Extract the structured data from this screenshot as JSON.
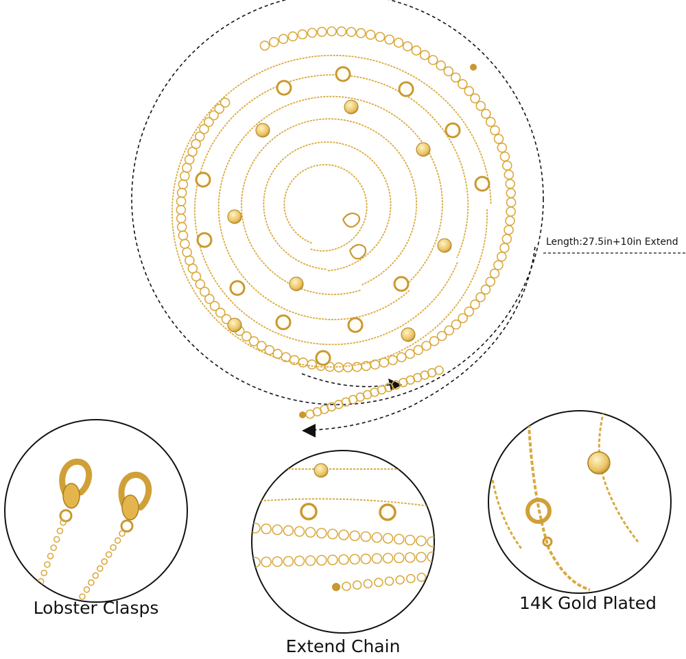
{
  "main_necklace": {
    "length_label": "Length:27.5in+10in Extend"
  },
  "details": [
    {
      "caption": "Lobster Clasps",
      "icon": "lobster-clasp-icon"
    },
    {
      "caption": "Extend Chain",
      "icon": "extender-chain-icon"
    },
    {
      "caption": "14K Gold Plated",
      "icon": "gold-disc-icon"
    }
  ],
  "colors": {
    "gold": "#d9a93c",
    "gold_light": "#f3d98a",
    "gold_dark": "#a97d1e",
    "outline": "#111111",
    "background": "#ffffff"
  }
}
